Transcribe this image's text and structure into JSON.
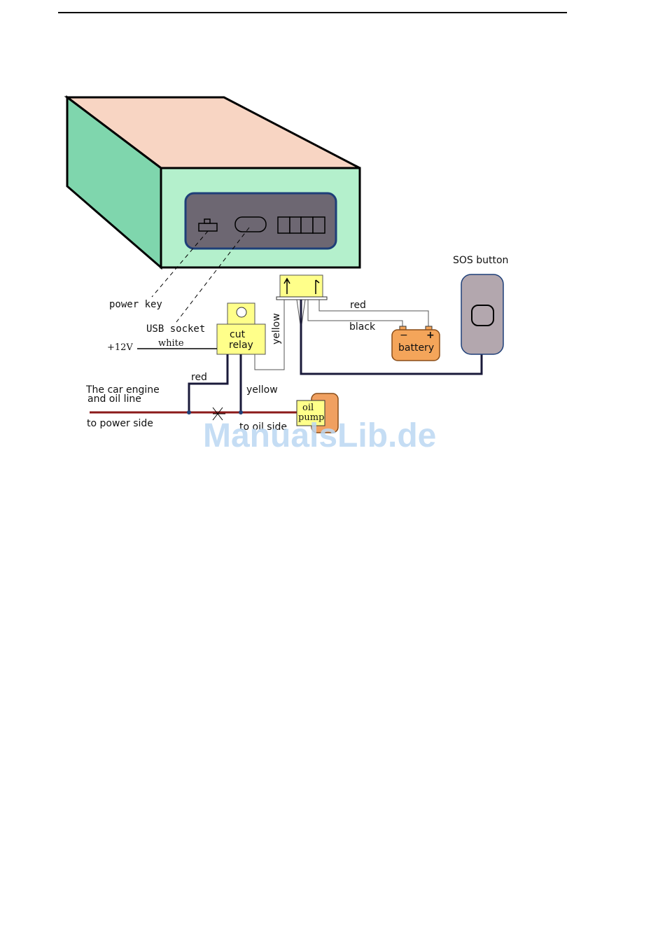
{
  "labels": {
    "power_key": "power key",
    "usb_socket": "USB socket",
    "plus_12v": "+12V",
    "white": "white",
    "cut_relay_line1": "cut",
    "cut_relay_line2": "relay",
    "yellow_vertical": "yellow",
    "red_top": "red",
    "black": "black",
    "battery": "battery",
    "battery_minus": "−",
    "battery_plus": "+",
    "sos_button": "SOS button",
    "red_relay": "red",
    "yellow_relay": "yellow",
    "engine_line1": "The car engine",
    "engine_line2": "and oil line",
    "to_power_side": "to power side",
    "to_oil_side": "to oil side",
    "oil_pump_line1": "oil",
    "oil_pump_line2": "pump"
  },
  "watermark": "ManualsLib.de",
  "colors": {
    "device_top": "#f8d5c3",
    "device_side": "#7fd6ad",
    "device_front": "#b4f0cc",
    "panel": "#6d6772",
    "panel_border": "#1e3f78",
    "relay_fill": "#ffff8a",
    "battery_fill": "#f4a55a",
    "sos_fill": "#b3a7ae",
    "wire_dark": "#1a1a3a",
    "wire_red": "#8b1a1a",
    "oil_pump_back": "#f0a060",
    "watermark": "#bcd8f3"
  }
}
